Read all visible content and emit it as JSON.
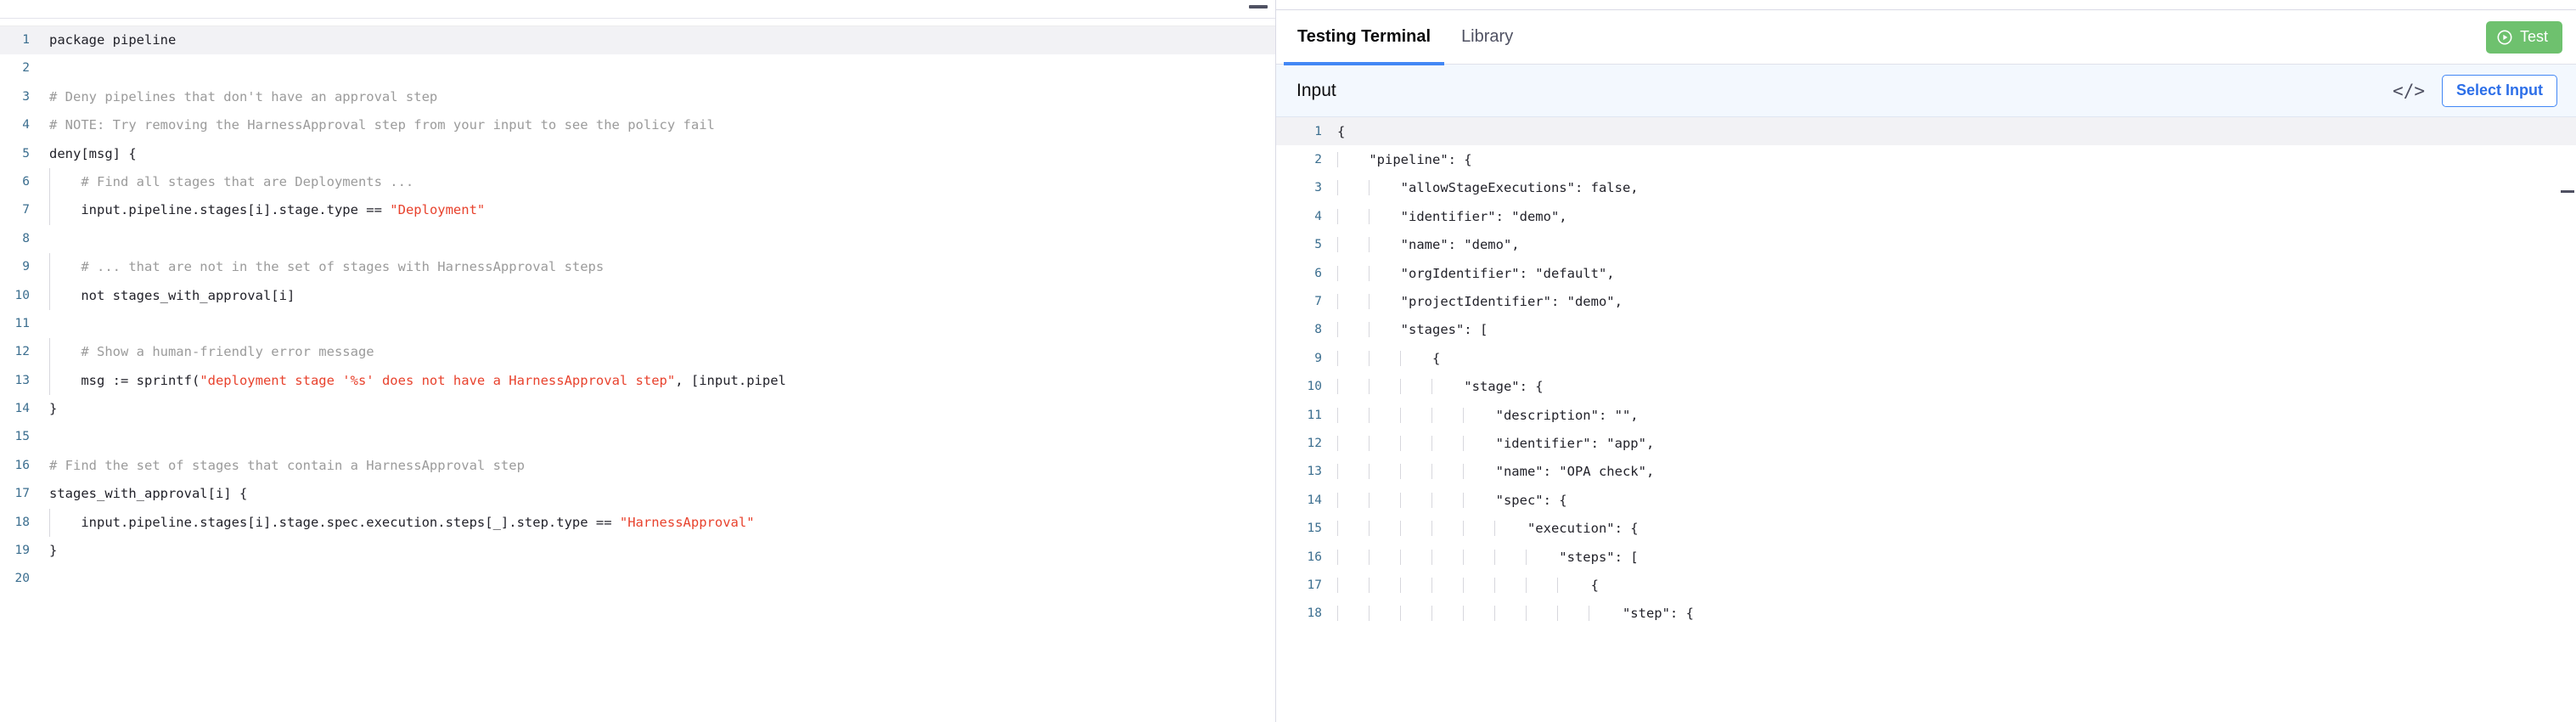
{
  "editor": {
    "language": "rego",
    "active_line": 1,
    "gutter_color": "#3b6e8f",
    "string_color": "#e8422d",
    "comment_color": "#9b9b9b",
    "lines": [
      {
        "n": "1",
        "indent": 0,
        "parts": [
          {
            "t": "plain",
            "s": "package pipeline"
          }
        ]
      },
      {
        "n": "2",
        "indent": 0,
        "parts": [
          {
            "t": "plain",
            "s": ""
          }
        ]
      },
      {
        "n": "3",
        "indent": 0,
        "parts": [
          {
            "t": "comment",
            "s": "# Deny pipelines that don't have an approval step"
          }
        ]
      },
      {
        "n": "4",
        "indent": 0,
        "parts": [
          {
            "t": "comment",
            "s": "# NOTE: Try removing the HarnessApproval step from your input to see the policy fail"
          }
        ]
      },
      {
        "n": "5",
        "indent": 0,
        "parts": [
          {
            "t": "plain",
            "s": "deny[msg] {"
          }
        ]
      },
      {
        "n": "6",
        "indent": 1,
        "parts": [
          {
            "t": "comment",
            "s": "    # Find all stages that are Deployments ..."
          }
        ]
      },
      {
        "n": "7",
        "indent": 1,
        "parts": [
          {
            "t": "plain",
            "s": "    input.pipeline.stages[i].stage.type == "
          },
          {
            "t": "string",
            "s": "\"Deployment\""
          }
        ]
      },
      {
        "n": "8",
        "indent": 1,
        "parts": [
          {
            "t": "plain",
            "s": ""
          }
        ]
      },
      {
        "n": "9",
        "indent": 1,
        "parts": [
          {
            "t": "comment",
            "s": "    # ... that are not in the set of stages with HarnessApproval steps"
          }
        ]
      },
      {
        "n": "10",
        "indent": 1,
        "parts": [
          {
            "t": "plain",
            "s": "    not stages_with_approval[i]"
          }
        ]
      },
      {
        "n": "11",
        "indent": 1,
        "parts": [
          {
            "t": "plain",
            "s": ""
          }
        ]
      },
      {
        "n": "12",
        "indent": 1,
        "parts": [
          {
            "t": "comment",
            "s": "    # Show a human-friendly error message"
          }
        ]
      },
      {
        "n": "13",
        "indent": 1,
        "parts": [
          {
            "t": "plain",
            "s": "    msg := sprintf("
          },
          {
            "t": "string",
            "s": "\"deployment stage '%s' does not have a HarnessApproval step\""
          },
          {
            "t": "plain",
            "s": ", [input.pipel"
          }
        ]
      },
      {
        "n": "14",
        "indent": 0,
        "parts": [
          {
            "t": "plain",
            "s": "}"
          }
        ]
      },
      {
        "n": "15",
        "indent": 0,
        "parts": [
          {
            "t": "plain",
            "s": ""
          }
        ]
      },
      {
        "n": "16",
        "indent": 0,
        "parts": [
          {
            "t": "comment",
            "s": "# Find the set of stages that contain a HarnessApproval step"
          }
        ]
      },
      {
        "n": "17",
        "indent": 0,
        "parts": [
          {
            "t": "plain",
            "s": "stages_with_approval[i] {"
          }
        ]
      },
      {
        "n": "18",
        "indent": 1,
        "parts": [
          {
            "t": "plain",
            "s": "    input.pipeline.stages[i].stage.spec.execution.steps[_].step.type == "
          },
          {
            "t": "string",
            "s": "\"HarnessApproval\""
          }
        ]
      },
      {
        "n": "19",
        "indent": 0,
        "parts": [
          {
            "t": "plain",
            "s": "}"
          }
        ]
      },
      {
        "n": "20",
        "indent": 0,
        "parts": [
          {
            "t": "plain",
            "s": ""
          }
        ]
      }
    ]
  },
  "right": {
    "tabs": [
      {
        "id": "testing-terminal",
        "label": "Testing Terminal",
        "active": true
      },
      {
        "id": "library",
        "label": "Library",
        "active": false
      }
    ],
    "test_button": {
      "label": "Test",
      "icon": "play-circle-icon",
      "color": "#6ec16e"
    },
    "input_bar": {
      "label": "Input",
      "code_toggle_icon": "code-brackets-icon",
      "code_toggle_glyph": "</>",
      "select_input_label": "Select Input",
      "accent": "#4287f5"
    },
    "input_json": {
      "active_line": 1,
      "lines": [
        {
          "n": "1",
          "indent": 0,
          "text": "{"
        },
        {
          "n": "2",
          "indent": 1,
          "text": "    \"pipeline\": {"
        },
        {
          "n": "3",
          "indent": 2,
          "text": "        \"allowStageExecutions\": false,"
        },
        {
          "n": "4",
          "indent": 2,
          "text": "        \"identifier\": \"demo\","
        },
        {
          "n": "5",
          "indent": 2,
          "text": "        \"name\": \"demo\","
        },
        {
          "n": "6",
          "indent": 2,
          "text": "        \"orgIdentifier\": \"default\","
        },
        {
          "n": "7",
          "indent": 2,
          "text": "        \"projectIdentifier\": \"demo\","
        },
        {
          "n": "8",
          "indent": 2,
          "text": "        \"stages\": ["
        },
        {
          "n": "9",
          "indent": 3,
          "text": "            {"
        },
        {
          "n": "10",
          "indent": 4,
          "text": "                \"stage\": {"
        },
        {
          "n": "11",
          "indent": 5,
          "text": "                    \"description\": \"\","
        },
        {
          "n": "12",
          "indent": 5,
          "text": "                    \"identifier\": \"app\","
        },
        {
          "n": "13",
          "indent": 5,
          "text": "                    \"name\": \"OPA check\","
        },
        {
          "n": "14",
          "indent": 5,
          "text": "                    \"spec\": {"
        },
        {
          "n": "15",
          "indent": 6,
          "text": "                        \"execution\": {"
        },
        {
          "n": "16",
          "indent": 7,
          "text": "                            \"steps\": ["
        },
        {
          "n": "17",
          "indent": 8,
          "text": "                                {"
        },
        {
          "n": "18",
          "indent": 9,
          "text": "                                    \"step\": {"
        }
      ]
    }
  }
}
